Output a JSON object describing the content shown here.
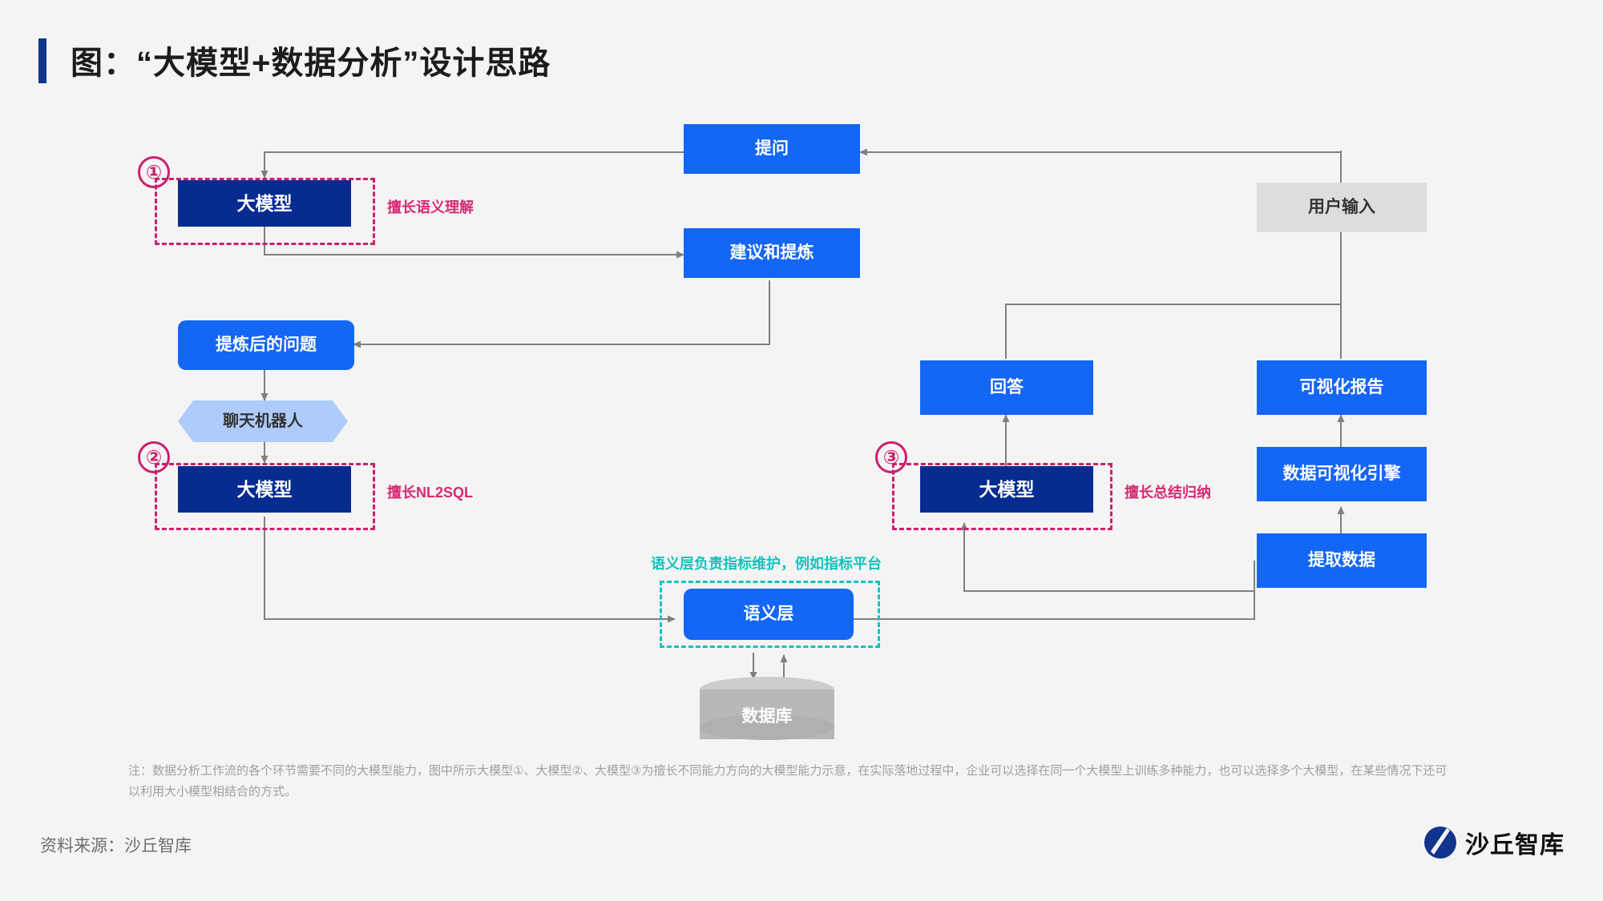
{
  "header": {
    "title": "图：“大模型+数据分析”设计思路",
    "accent_color": "#11348f"
  },
  "colors": {
    "blue": "#1466f5",
    "navy": "#072b91",
    "gray_box": "#dddddd",
    "hex": "#aecbfb",
    "pink": "#cc1f6e",
    "teal": "#11c4bd",
    "background": "#f4f4f4",
    "connector": "#808080"
  },
  "nodes": {
    "question": "提问",
    "user_input": "用户输入",
    "suggest_refine": "建议和提炼",
    "refined_question": "提炼后的问题",
    "chatbot": "聊天机器人",
    "llm1": "大模型",
    "llm2": "大模型",
    "llm3": "大模型",
    "answer": "回答",
    "viz_report": "可视化报告",
    "viz_engine": "数据可视化引擎",
    "extract_data": "提取数据",
    "semantic_layer": "语义层",
    "database": "数据库"
  },
  "markers": {
    "one": "①",
    "two": "②",
    "three": "③"
  },
  "annotations": {
    "llm1_note": "擅长语义理解",
    "llm2_note": "擅长NL2SQL",
    "llm3_note": "擅长总结归纳",
    "semantic_note": "语义层负责指标维护，例如指标平台"
  },
  "footer": {
    "note": "注：数据分析工作流的各个环节需要不同的大模型能力，图中所示大模型①、大模型②、大模型③为擅长不同能力方向的大模型能力示意，在实际落地过程中，企业可以选择在同一个大模型上训练多种能力，也可以选择多个大模型，在某些情况下还可以利用大小模型相结合的方式。",
    "source": "资料来源：沙丘智库",
    "logo_text": "沙丘智库"
  }
}
